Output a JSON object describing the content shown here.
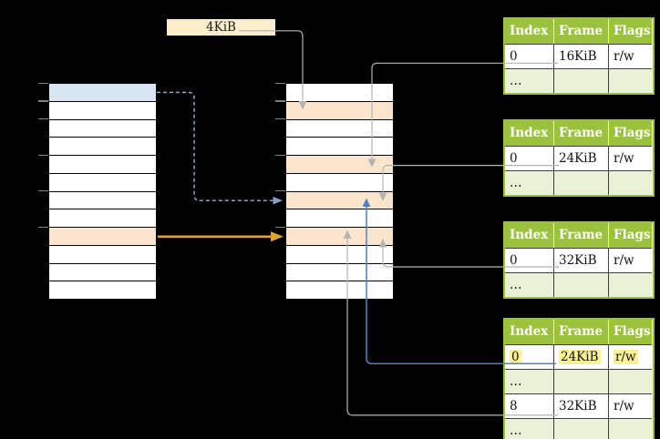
{
  "label_4kib": {
    "text": "4KiB"
  },
  "columns": [
    "Index",
    "Frame",
    "Flags"
  ],
  "right_tables": [
    {
      "id": "page-table-16kib",
      "rows": [
        {
          "cells": [
            "0",
            "16KiB",
            "r/w"
          ],
          "shaded": false,
          "highlighted": false
        },
        {
          "cells": [
            "…",
            "",
            ""
          ],
          "shaded": true,
          "highlighted": false
        }
      ]
    },
    {
      "id": "page-table-24kib",
      "rows": [
        {
          "cells": [
            "0",
            "24KiB",
            "r/w"
          ],
          "shaded": false,
          "highlighted": false
        },
        {
          "cells": [
            "…",
            "",
            ""
          ],
          "shaded": true,
          "highlighted": false
        }
      ]
    },
    {
      "id": "page-table-32kib",
      "rows": [
        {
          "cells": [
            "0",
            "32KiB",
            "r/w"
          ],
          "shaded": false,
          "highlighted": false
        },
        {
          "cells": [
            "…",
            "",
            ""
          ],
          "shaded": true,
          "highlighted": false
        }
      ]
    },
    {
      "id": "page-table-level2",
      "rows": [
        {
          "cells": [
            "0",
            "24KiB",
            "r/w"
          ],
          "shaded": false,
          "highlighted": true
        },
        {
          "cells": [
            "…",
            "",
            ""
          ],
          "shaded": true,
          "highlighted": false
        },
        {
          "cells": [
            "8",
            "32KiB",
            "r/w"
          ],
          "shaded": false,
          "highlighted": false
        },
        {
          "cells": [
            "…",
            "",
            ""
          ],
          "shaded": true,
          "highlighted": false
        }
      ]
    }
  ],
  "memory_tables": {
    "left": {
      "rows": [
        "blue",
        "white",
        "white",
        "white",
        "white",
        "white",
        "white",
        "white",
        "orange",
        "white",
        "white",
        "white"
      ]
    },
    "middle": {
      "rows": [
        "white",
        "orange",
        "white",
        "white",
        "orange",
        "white",
        "orange",
        "white",
        "orange",
        "white",
        "white",
        "white"
      ]
    }
  },
  "tick_rows": [
    0,
    1,
    2,
    4,
    6,
    8
  ],
  "colors": {
    "header_green": "#9cc23d",
    "row_shaded": "#eaf1d9",
    "orange_fill": "#fce5cd",
    "blue_fill": "#d9e5f4",
    "cream_fill": "#fdeecb",
    "highlight_yellow": "#fdf294",
    "gray_line": "#b4b4b4",
    "blue_line": "#4f81bd",
    "dashed_blue": "#95b3d7",
    "dashed_blue_head": "#7f9fc6",
    "orange_arrow": "#e0a32e",
    "tick_gray": "#808080",
    "cell_border": "#3f3f3f"
  }
}
